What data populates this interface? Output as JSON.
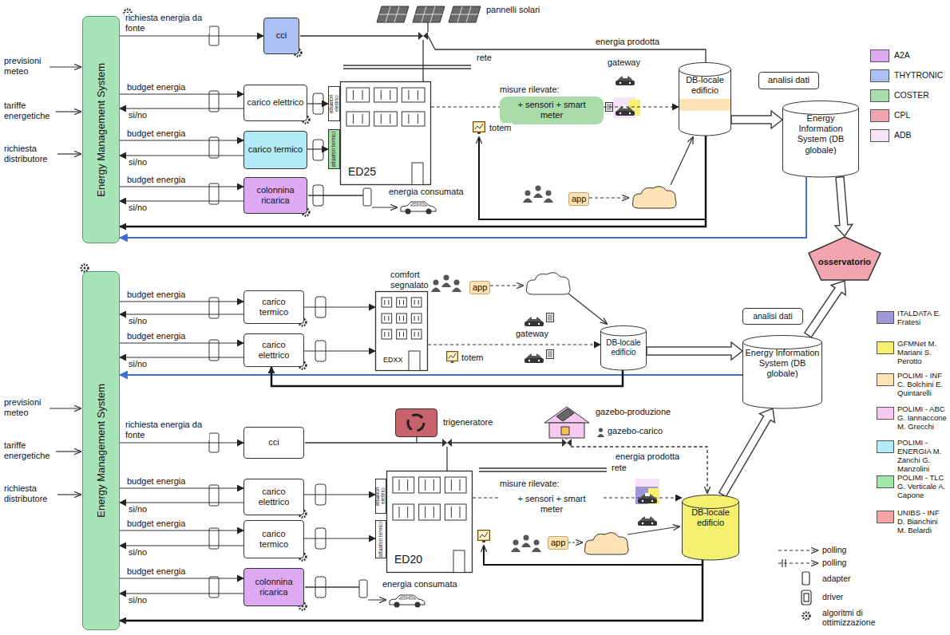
{
  "diagram": {
    "nodes": [
      {
        "text": [
          "Energy Management System"
        ]
      },
      {
        "text": [
          "cci"
        ]
      },
      {
        "text": [
          "carico elettrico"
        ]
      },
      {
        "text": [
          "carico termico"
        ]
      },
      {
        "text": [
          "colonnina ricarica"
        ]
      },
      {
        "text": [
          "attuatori elettrici"
        ]
      },
      {
        "text": [
          "attuatori termici"
        ]
      },
      {
        "text": [
          "ED25"
        ]
      },
      {
        "text": [
          "misure rilevate:",
          "+ sensori + smart meter"
        ]
      },
      {
        "text": [
          "DB-locale edificio"
        ]
      },
      {
        "text": [
          "analisi dati"
        ]
      },
      {
        "text": [
          "Energy Information System (DB globale)"
        ]
      },
      {
        "text": [
          "osservatorio"
        ]
      },
      {
        "text": [
          "Energy Management System"
        ]
      },
      {
        "text": [
          "carico termico"
        ]
      },
      {
        "text": [
          "carico elettrico"
        ]
      },
      {
        "text": [
          "EDXX"
        ]
      },
      {
        "text": [
          "DB-locale edificio"
        ]
      },
      {
        "text": [
          "analisi dati"
        ]
      },
      {
        "text": [
          "Energy Information System (DB globale)"
        ]
      },
      {
        "text": [
          "cci"
        ]
      },
      {
        "text": [
          "trigeneratore"
        ]
      },
      {
        "text": [
          "carico elettrico"
        ]
      },
      {
        "text": [
          "attuatori elettrici"
        ]
      },
      {
        "text": [
          "attuatori termici"
        ]
      },
      {
        "text": [
          "ED20"
        ]
      },
      {
        "text": [
          "misure rilevate:",
          "+ sensori + smart meter"
        ]
      },
      {
        "text": [
          "carico termico"
        ]
      },
      {
        "text": [
          "DB-locale edificio"
        ]
      },
      {
        "text": [
          "colonnina ricarica"
        ]
      }
    ],
    "edges": [
      {
        "from": 0,
        "to": 1,
        "label": "richiesta energia da fonte",
        "arrow": "to"
      },
      {
        "from": 0,
        "to": 2,
        "label": "budget energia",
        "arrow": "to"
      },
      {
        "from": 2,
        "to": 0,
        "label": "si/no",
        "arrow": "to"
      },
      {
        "from": 0,
        "to": 3,
        "label": "budget energia",
        "arrow": "to"
      },
      {
        "from": 3,
        "to": 0,
        "label": "si/no",
        "arrow": "to"
      },
      {
        "from": 0,
        "to": 4,
        "label": "budget energia",
        "arrow": "to"
      },
      {
        "from": 4,
        "to": 0,
        "label": "si/no",
        "arrow": "to"
      },
      {
        "from": 2,
        "to": 5,
        "arrow": "to"
      },
      {
        "from": 3,
        "to": 6,
        "arrow": "to"
      },
      {
        "from": 7,
        "to": 8,
        "arrow": "none"
      },
      {
        "from": 8,
        "to": 9,
        "arrow": "to"
      },
      {
        "from": 9,
        "to": 11,
        "arrow": "to"
      },
      {
        "from": 11,
        "to": 0,
        "arrow": "to"
      },
      {
        "from": 9,
        "to": 0,
        "arrow": "to"
      },
      {
        "from": 11,
        "to": 12,
        "arrow": "to"
      },
      {
        "from": 13,
        "to": 14,
        "label": "budget energia",
        "arrow": "to"
      },
      {
        "from": 14,
        "to": 13,
        "label": "si/no",
        "arrow": "to"
      },
      {
        "from": 13,
        "to": 15,
        "label": "budget energia",
        "arrow": "to"
      },
      {
        "from": 15,
        "to": 13,
        "label": "si/no",
        "arrow": "to"
      },
      {
        "from": 14,
        "to": 16,
        "arrow": "to"
      },
      {
        "from": 15,
        "to": 16,
        "arrow": "to"
      },
      {
        "from": 16,
        "to": 17,
        "arrow": "to"
      },
      {
        "from": 17,
        "to": 19,
        "arrow": "to"
      },
      {
        "from": 19,
        "to": 13,
        "arrow": "to"
      },
      {
        "from": 17,
        "to": 15,
        "arrow": "to"
      },
      {
        "from": 19,
        "to": 12,
        "arrow": "to"
      },
      {
        "from": 13,
        "to": 20,
        "label": "richiesta energia da fonte",
        "arrow": "to"
      },
      {
        "from": 13,
        "to": 22,
        "label": "budget energia",
        "arrow": "to"
      },
      {
        "from": 22,
        "to": 13,
        "label": "si/no",
        "arrow": "to"
      },
      {
        "from": 13,
        "to": 27,
        "label": "budget energia",
        "arrow": "to"
      },
      {
        "from": 27,
        "to": 13,
        "label": "si/no",
        "arrow": "to"
      },
      {
        "from": 13,
        "to": 29,
        "label": "budget energia",
        "arrow": "to"
      },
      {
        "from": 29,
        "to": 13,
        "label": "si/no",
        "arrow": "to"
      },
      {
        "from": 22,
        "to": 23,
        "arrow": "to"
      },
      {
        "from": 27,
        "to": 24,
        "arrow": "to"
      },
      {
        "from": 25,
        "to": 26,
        "arrow": "none"
      },
      {
        "from": 26,
        "to": 28,
        "arrow": "to"
      },
      {
        "from": 28,
        "to": 19,
        "arrow": "to"
      },
      {
        "from": 28,
        "to": 13,
        "arrow": "to"
      }
    ],
    "labels": [
      "previsioni meteo",
      "tariffe energetiche",
      "richiesta distributore",
      "pannelli solari",
      "rete",
      "energia prodotta",
      "gateway",
      "totem",
      "energia consumata",
      "app",
      "comfort segnalato",
      "app",
      "gateway",
      "totem",
      "previsioni meteo",
      "tariffe energetiche",
      "richiesta distributore",
      "gazebo-produzione",
      "gazebo-carico",
      "energia prodotta",
      "rete",
      "app",
      "energia consumata"
    ],
    "legend": [
      {
        "text": "A2A",
        "color": "#dfa8f2"
      },
      {
        "text": "THYTRONIC",
        "color": "#aabff2"
      },
      {
        "text": "COSTER",
        "color": "#a8dba8"
      },
      {
        "text": "CPL",
        "color": "#f2a5ae"
      },
      {
        "text": "ADB",
        "color": "#f7e3f7"
      },
      {
        "text": "ITALDATA E. Fratesi",
        "color": "#9d98d8"
      },
      {
        "text": "GFMNet M. Mariani S. Perotto",
        "color": "#f5f06e"
      },
      {
        "text": "POLIMI - INF C. Bolchini E. Quintarelli",
        "color": "#fde2b6"
      },
      {
        "text": "POLIMI - ABC G. Iannaccone M. Grecchi",
        "color": "#f7c9f1"
      },
      {
        "text": "POLIMI - ENERGIA M. Zanchi G. Manzolini",
        "color": "#b3eaf7"
      },
      {
        "text": "POLIMI - TLC G. Verticale A. Capone",
        "color": "#a0e8aa"
      },
      {
        "text": "UNIBS - INF D. Bianchini M. Belardi",
        "color": "#f5a5a5"
      },
      {
        "text": "polling"
      },
      {
        "text": "polling"
      },
      {
        "text": "adapter"
      },
      {
        "text": "driver"
      },
      {
        "text": "algoritmi di ottimizzazione"
      }
    ]
  }
}
